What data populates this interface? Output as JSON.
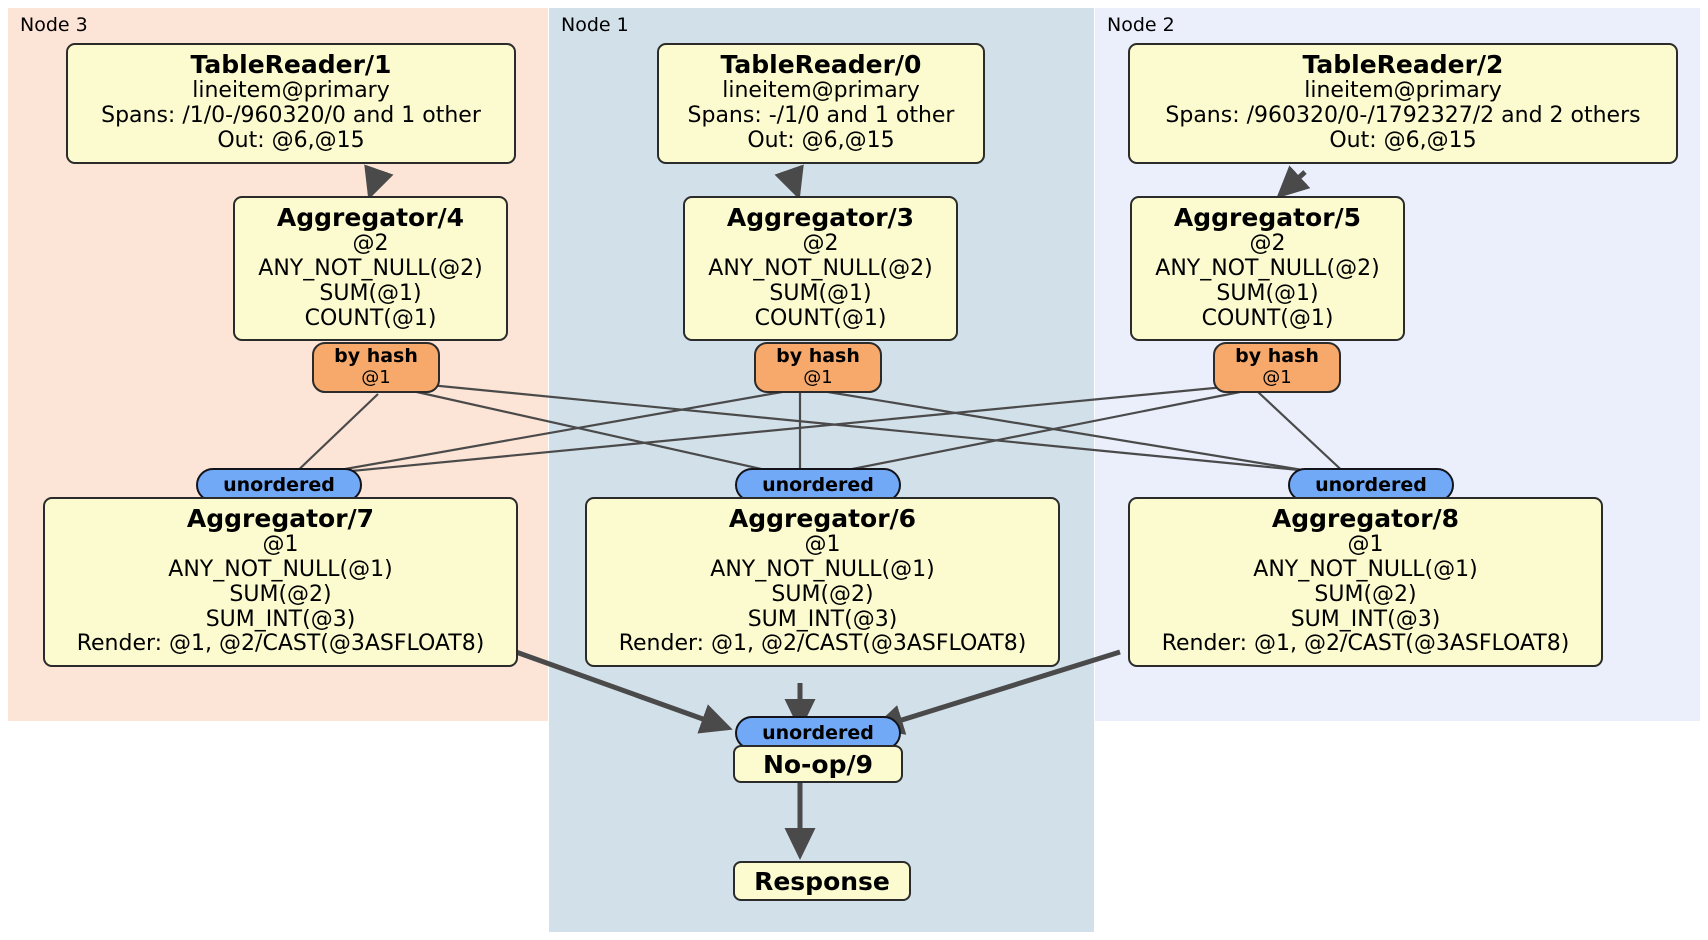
{
  "diagram": {
    "type": "distributed-query-plan",
    "nodes": [
      {
        "id": "node3",
        "label": "Node 3",
        "color": "#fce4d6",
        "processors": [
          {
            "id": "tablereader-1",
            "title": "TableReader/1",
            "lines": [
              "lineitem@primary",
              "Spans: /1/0-/960320/0 and 1 other",
              "Out: @6,@15"
            ]
          },
          {
            "id": "aggregator-4",
            "title": "Aggregator/4",
            "lines": [
              "@2",
              "ANY_NOT_NULL(@2)",
              "SUM(@1)",
              "COUNT(@1)"
            ],
            "router": {
              "label": "by hash",
              "detail": "@1"
            }
          },
          {
            "id": "aggregator-7",
            "title": "Aggregator/7",
            "lines": [
              "@1",
              "ANY_NOT_NULL(@1)",
              "SUM(@2)",
              "SUM_INT(@3)",
              "Render: @1, @2/CAST(@3ASFLOAT8)"
            ],
            "receiver": {
              "label": "unordered"
            }
          }
        ]
      },
      {
        "id": "node1",
        "label": "Node 1",
        "color": "#d2e0ea",
        "processors": [
          {
            "id": "tablereader-0",
            "title": "TableReader/0",
            "lines": [
              "lineitem@primary",
              "Spans: -/1/0 and 1 other",
              "Out: @6,@15"
            ]
          },
          {
            "id": "aggregator-3",
            "title": "Aggregator/3",
            "lines": [
              "@2",
              "ANY_NOT_NULL(@2)",
              "SUM(@1)",
              "COUNT(@1)"
            ],
            "router": {
              "label": "by hash",
              "detail": "@1"
            }
          },
          {
            "id": "aggregator-6",
            "title": "Aggregator/6",
            "lines": [
              "@1",
              "ANY_NOT_NULL(@1)",
              "SUM(@2)",
              "SUM_INT(@3)",
              "Render: @1, @2/CAST(@3ASFLOAT8)"
            ],
            "receiver": {
              "label": "unordered"
            }
          },
          {
            "id": "noop-9",
            "title": "No-op/9",
            "lines": [],
            "receiver": {
              "label": "unordered"
            }
          },
          {
            "id": "response",
            "title": "Response",
            "lines": []
          }
        ]
      },
      {
        "id": "node2",
        "label": "Node 2",
        "color": "#eaeffb",
        "processors": [
          {
            "id": "tablereader-2",
            "title": "TableReader/2",
            "lines": [
              "lineitem@primary",
              "Spans: /960320/0-/1792327/2 and 2 others",
              "Out: @6,@15"
            ]
          },
          {
            "id": "aggregator-5",
            "title": "Aggregator/5",
            "lines": [
              "@2",
              "ANY_NOT_NULL(@2)",
              "SUM(@1)",
              "COUNT(@1)"
            ],
            "router": {
              "label": "by hash",
              "detail": "@1"
            }
          },
          {
            "id": "aggregator-8",
            "title": "Aggregator/8",
            "lines": [
              "@1",
              "ANY_NOT_NULL(@1)",
              "SUM(@2)",
              "SUM_INT(@3)",
              "Render: @1, @2/CAST(@3ASFLOAT8)"
            ],
            "receiver": {
              "label": "unordered"
            }
          }
        ]
      }
    ],
    "colors": {
      "processor_fill": "#fbfbcf",
      "router_fill": "#f6a96b",
      "receiver_fill": "#71a9f7",
      "edge": "#4a4a4a",
      "border": "#2b2b2b"
    }
  }
}
